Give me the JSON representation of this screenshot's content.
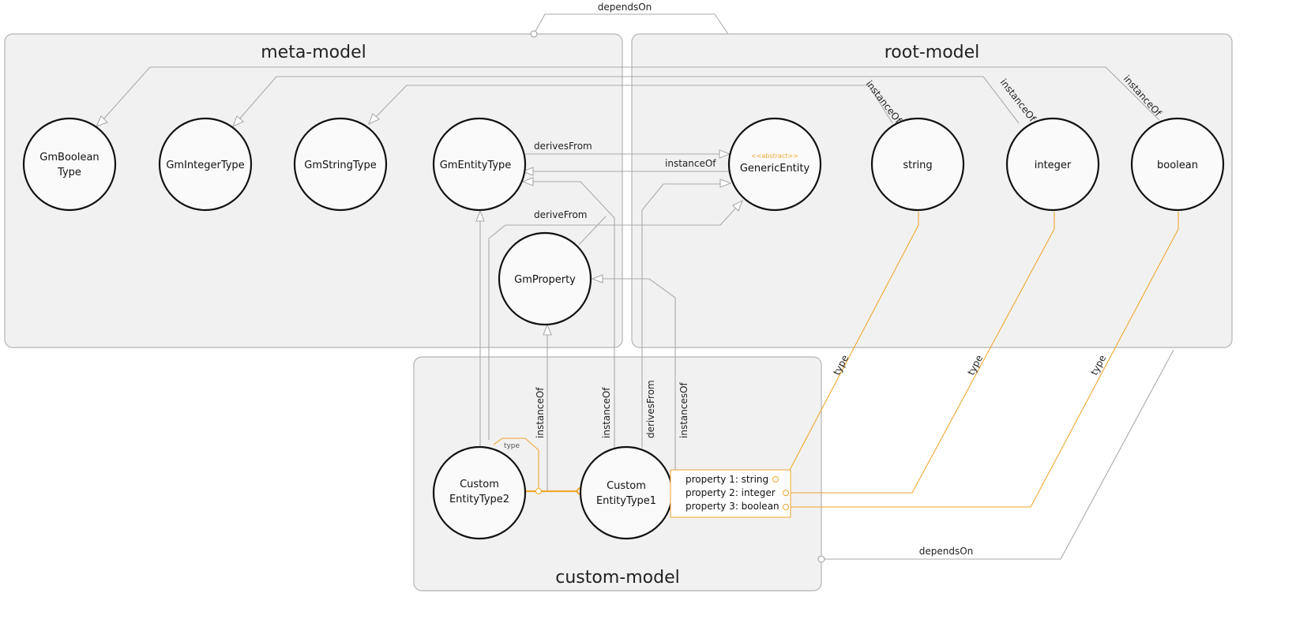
{
  "colors": {
    "accent": "#f0a830",
    "edge": "#aaaaaa",
    "panel": "#f1f1f1"
  },
  "panels": {
    "meta_model": "meta-model",
    "root_model": "root-model",
    "custom_model": "custom-model"
  },
  "nodes": {
    "gm_boolean_type": [
      "GmBoolean",
      "Type"
    ],
    "gm_integer_type": "GmIntegerType",
    "gm_string_type": "GmStringType",
    "gm_entity_type": "GmEntityType",
    "generic_entity": "GenericEntity",
    "generic_entity_stereotype": "<<abstract>>",
    "string": "string",
    "integer": "integer",
    "boolean": "boolean",
    "gm_property": "GmProperty",
    "custom_entity_type2": [
      "Custom",
      "EntityType2"
    ],
    "custom_entity_type1": [
      "Custom",
      "EntityType1"
    ]
  },
  "properties": [
    "property 1: string",
    "property 2: integer",
    "property 3: boolean"
  ],
  "edges": {
    "depends_on_top": "dependsOn",
    "depends_on_bottom": "dependsOn",
    "boolean_instance_of": "instanceOf",
    "integer_instance_of": "instanceOf",
    "string_instance_of": "instanceOf",
    "derives_from": "derivesFrom",
    "instance_of": "instanceOf",
    "derive_from": "deriveFrom",
    "cet2_instance_of": "instanceOf",
    "cet1_instance_of": "instanceOf",
    "cet1_derives_from": "derivesFrom",
    "instances_of": "instancesOf",
    "type_string": "type",
    "type_integer": "type",
    "type_boolean": "type",
    "type_self": "type"
  }
}
